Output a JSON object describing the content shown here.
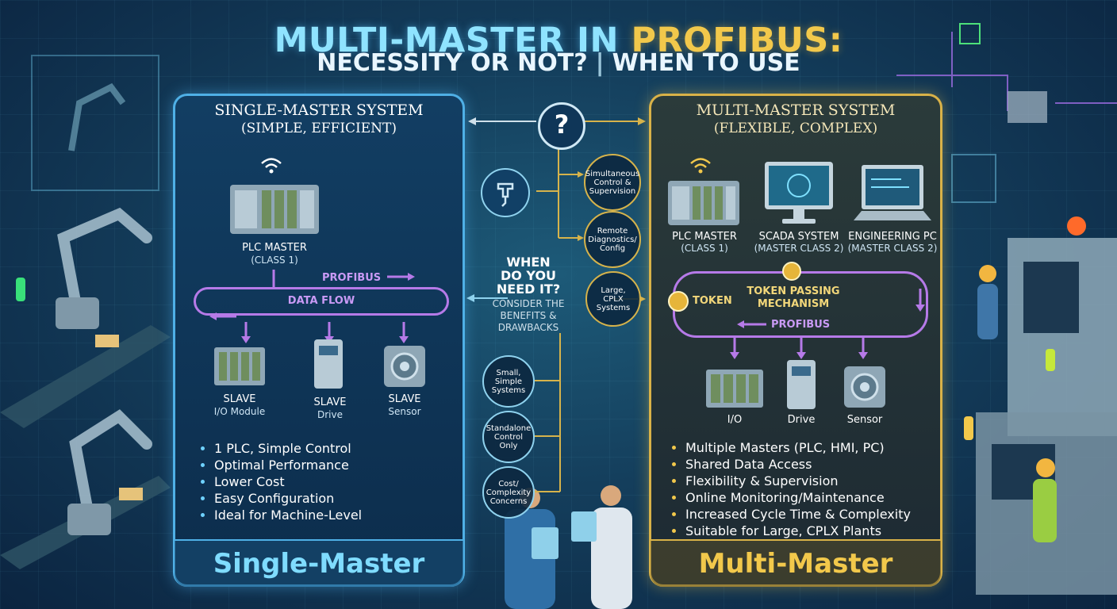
{
  "title": {
    "line1_part1": "MULTI-MASTER IN ",
    "line1_part2": "PROFIBUS:",
    "line2_part1": "NECESSITY OR NOT?",
    "line2_sep": "|",
    "line2_part2": "WHEN TO USE"
  },
  "left_panel": {
    "heading": "SINGLE-MASTER SYSTEM",
    "subheading": "(SIMPLE, EFFICIENT)",
    "master_label": "PLC MASTER",
    "master_sub": "(CLASS 1)",
    "bus_label": "PROFIBUS",
    "flow_label": "DATA FLOW",
    "slaves": [
      {
        "label": "SLAVE",
        "sub": "I/O Module"
      },
      {
        "label": "SLAVE",
        "sub": "Drive"
      },
      {
        "label": "SLAVE",
        "sub": "Sensor"
      }
    ],
    "bullets": [
      "1 PLC, Simple Control",
      "Optimal Performance",
      "Lower Cost",
      "Easy Configuration",
      "Ideal for Machine-Level"
    ],
    "footer": "Single-Master"
  },
  "right_panel": {
    "heading": "MULTI-MASTER SYSTEM",
    "subheading": "(FLEXIBLE, COMPLEX)",
    "masters": [
      {
        "label": "PLC MASTER",
        "sub": "(CLASS 1)"
      },
      {
        "label": "SCADA SYSTEM",
        "sub": "(MASTER CLASS 2)"
      },
      {
        "label": "ENGINEERING PC",
        "sub": "(MASTER CLASS 2)"
      }
    ],
    "token_label": "TOKEN",
    "mechanism_line1": "TOKEN PASSING",
    "mechanism_line2": "MECHANISM",
    "bus_label": "PROFIBUS",
    "devices": [
      "I/O",
      "Drive",
      "Sensor"
    ],
    "bullets": [
      "Multiple Masters (PLC, HMI, PC)",
      "Shared Data Access",
      "Flexibility & Supervision",
      "Online Monitoring/Maintenance",
      "Increased Cycle Time & Complexity",
      "Suitable for Large, CPLX Plants"
    ],
    "footer": "Multi-Master"
  },
  "center": {
    "question_mark": "?",
    "question_line1": "WHEN",
    "question_line2": "DO YOU",
    "question_line3": "NEED IT?",
    "consider_line1": "CONSIDER THE",
    "consider_line2": "BENEFITS &",
    "consider_line3": "DRAWBACKS",
    "multi_reasons": [
      {
        "l1": "Simultaneous",
        "l2": "Control &",
        "l3": "Supervision"
      },
      {
        "l1": "Remote",
        "l2": "Diagnostics/",
        "l3": "Config"
      },
      {
        "l1": "Large,",
        "l2": "CPLX",
        "l3": "Systems"
      }
    ],
    "single_reasons": [
      {
        "l1": "Small,",
        "l2": "Simple",
        "l3": "Systems"
      },
      {
        "l1": "Standalone",
        "l2": "Control",
        "l3": "Only"
      },
      {
        "l1": "Cost/",
        "l2": "Complexity",
        "l3": "Concerns"
      }
    ]
  },
  "colors": {
    "single_accent": "#4fb0e6",
    "multi_accent": "#d9b248",
    "flow": "#b67ae8"
  }
}
